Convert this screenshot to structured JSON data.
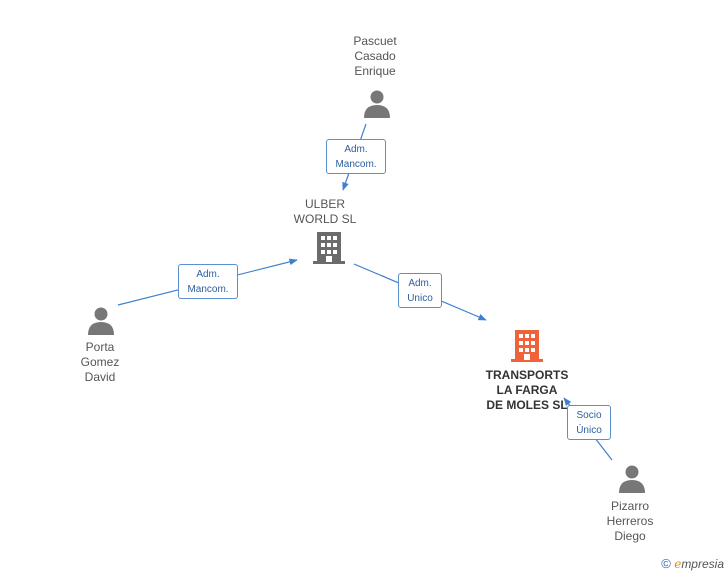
{
  "nodes": {
    "pascuet": {
      "label": "Pascuet\nCasado\nEnrique",
      "type": "person"
    },
    "ulber": {
      "label": "ULBER\nWORLD SL",
      "type": "company"
    },
    "porta": {
      "label": "Porta\nGomez\nDavid",
      "type": "person"
    },
    "transports": {
      "label": "TRANSPORTS\nLA FARGA\nDE MOLES SL",
      "type": "company-main"
    },
    "pizarro": {
      "label": "Pizarro\nHerreros\nDiego",
      "type": "person"
    }
  },
  "edges": {
    "pascuet_ulber": "Adm.\nMancom.",
    "porta_ulber": "Adm.\nMancom.",
    "ulber_transports": "Adm.\nUnico",
    "pizarro_transports": "Socio\nÚnico"
  },
  "footer": {
    "copyright": "©",
    "brand_initial": "e",
    "brand_rest": "mpresia"
  },
  "colors": {
    "person_icon": "#777777",
    "company_icon": "#6b6b6b",
    "main_company_icon": "#f0623a",
    "edge": "#3f7fcf"
  },
  "icons": {
    "person": "person-icon",
    "company": "building-icon"
  }
}
